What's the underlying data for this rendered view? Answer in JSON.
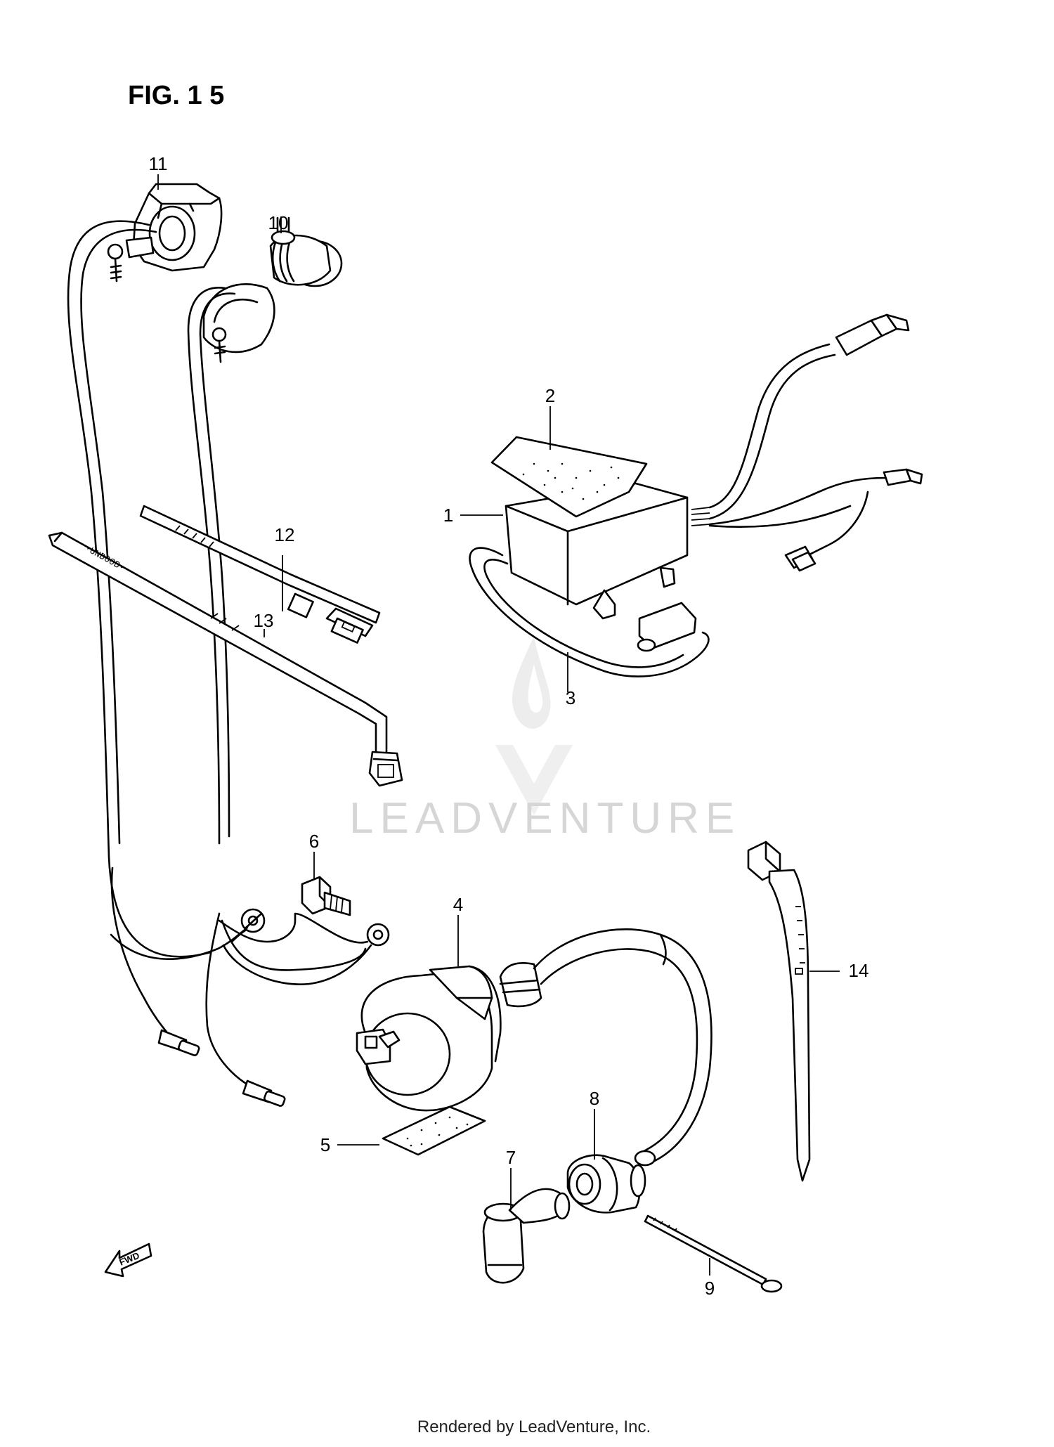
{
  "figure": {
    "title": "FIG. 1 5"
  },
  "parts": [
    {
      "number": "1"
    },
    {
      "number": "2"
    },
    {
      "number": "3"
    },
    {
      "number": "4"
    },
    {
      "number": "5"
    },
    {
      "number": "6"
    },
    {
      "number": "7"
    },
    {
      "number": "8"
    },
    {
      "number": "9"
    },
    {
      "number": "10"
    },
    {
      "number": "11"
    },
    {
      "number": "12"
    },
    {
      "number": "13"
    },
    {
      "number": "14"
    }
  ],
  "direction_arrow": {
    "label": "FWD"
  },
  "watermark": {
    "text": "LEADVENTURE",
    "logo": "leadventure-flame-logo"
  },
  "footer": {
    "text": "Rendered by LeadVenture, Inc."
  },
  "colors": {
    "ink": "#000000",
    "background": "#ffffff",
    "watermark": "#d6d6d6"
  }
}
